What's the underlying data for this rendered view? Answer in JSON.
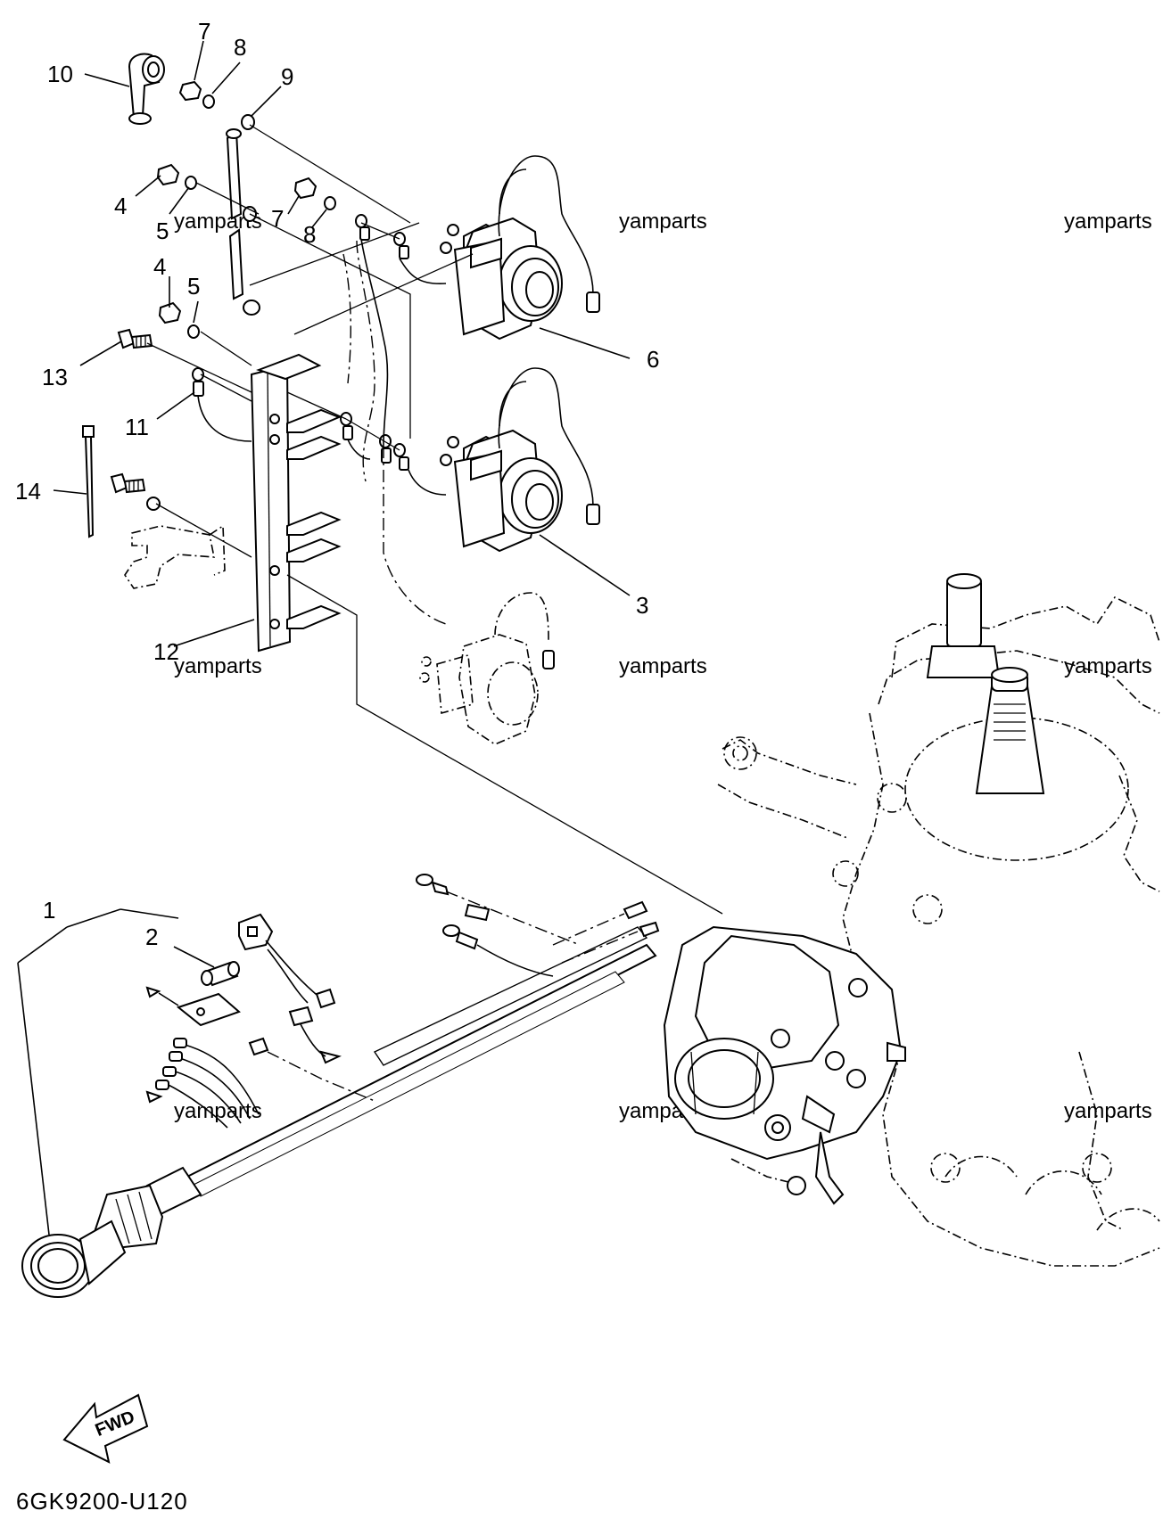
{
  "diagram": {
    "code": "6GK9200-U120",
    "fwd_label": "FWD",
    "watermark": "yamparts",
    "callouts": [
      {
        "id": "c10",
        "text": "10"
      },
      {
        "id": "c7a",
        "text": "7"
      },
      {
        "id": "c8a",
        "text": "8"
      },
      {
        "id": "c9",
        "text": "9"
      },
      {
        "id": "c4a",
        "text": "4"
      },
      {
        "id": "c5a",
        "text": "5"
      },
      {
        "id": "c7b",
        "text": "7"
      },
      {
        "id": "c8b",
        "text": "8"
      },
      {
        "id": "c4b",
        "text": "4"
      },
      {
        "id": "c5b",
        "text": "5"
      },
      {
        "id": "c6",
        "text": "6"
      },
      {
        "id": "c13",
        "text": "13"
      },
      {
        "id": "c11",
        "text": "11"
      },
      {
        "id": "c14",
        "text": "14"
      },
      {
        "id": "c3",
        "text": "3"
      },
      {
        "id": "c12",
        "text": "12"
      },
      {
        "id": "c1",
        "text": "1"
      },
      {
        "id": "c2",
        "text": "2"
      }
    ]
  }
}
